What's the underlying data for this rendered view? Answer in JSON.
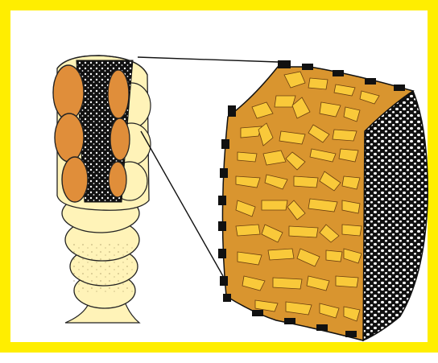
{
  "figure": {
    "parts": [
      "longitudinal-section-of-segmented-stalk",
      "enlarged-cross-section-block",
      "connector-lines"
    ]
  },
  "colors": {
    "border": "#ffee00",
    "cream": "#fff3b8",
    "cream_shade": "#efe09a",
    "orange_disk": "#e08e3a",
    "orange_network": "#d9952f",
    "yellow_pore": "#f9c93a",
    "dark": "#111111",
    "white": "#ffffff"
  }
}
